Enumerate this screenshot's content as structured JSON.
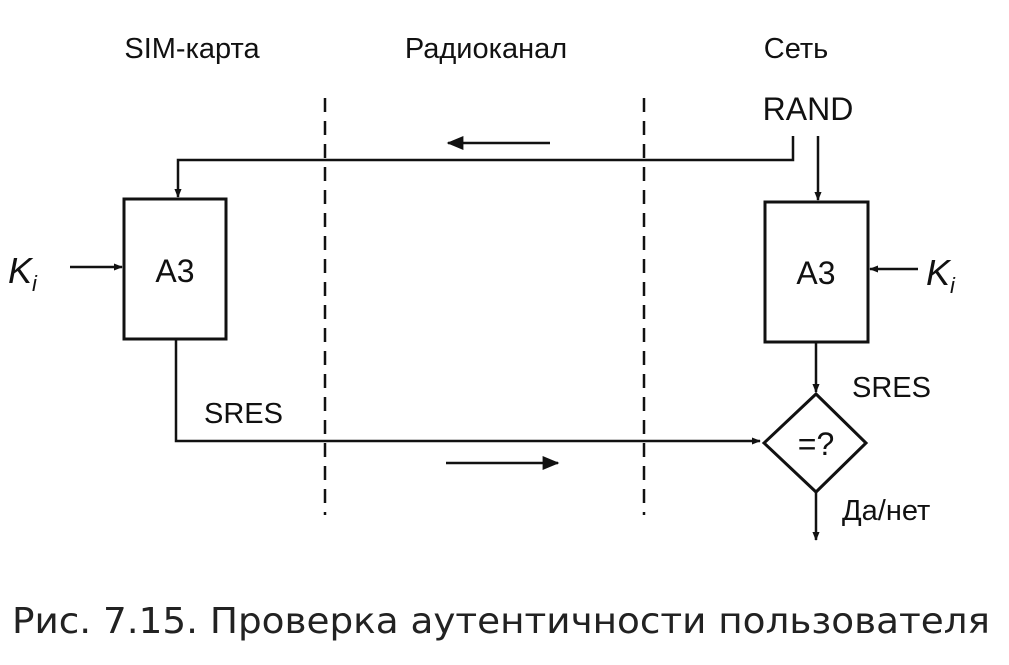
{
  "columns": {
    "sim": "SIM-карта",
    "radio": "Радиоканал",
    "network": "Сеть"
  },
  "signals": {
    "rand": "RAND",
    "sres_left": "SRES",
    "sres_right": "SRES",
    "result": "Да/нет"
  },
  "blocks": {
    "left_a3": "А3",
    "right_a3": "А3",
    "compare": "=?"
  },
  "keys": {
    "left_k": "K",
    "left_k_sub": "i",
    "right_k": "K",
    "right_k_sub": "i"
  },
  "caption": "Рис. 7.15. Проверка аутентичности пользователя"
}
